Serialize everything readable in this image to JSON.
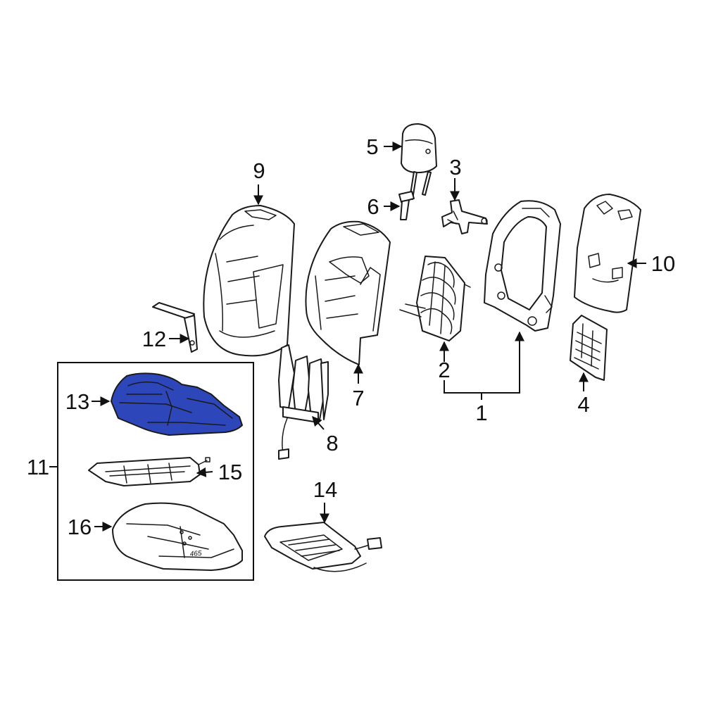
{
  "diagram": {
    "callouts": {
      "c1": "1",
      "c2": "2",
      "c3": "3",
      "c4": "4",
      "c5": "5",
      "c6": "6",
      "c7": "7",
      "c8": "8",
      "c9": "9",
      "c10": "10",
      "c11": "11",
      "c12": "12",
      "c13": "13",
      "c14": "14",
      "c15": "15",
      "c16": "16"
    },
    "stamp_text": "465",
    "highlight_color": "#2d46b9",
    "line_color": "#1a1a1a"
  }
}
